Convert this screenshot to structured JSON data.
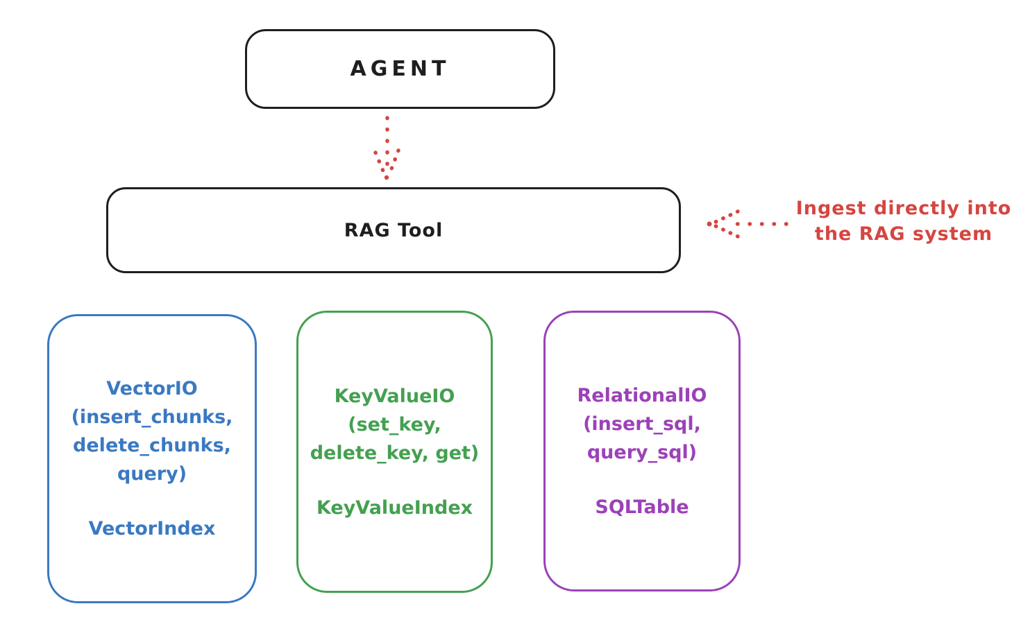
{
  "colors": {
    "stroke_black": "#1e1e1e",
    "accent_red": "#d64541",
    "vector_blue": "#3a79c2",
    "keyvalue_green": "#44a051",
    "relational_purple": "#9c41b8",
    "background": "#ffffff"
  },
  "agent": {
    "label": "AGENT"
  },
  "rag_tool": {
    "label": "RAG Tool"
  },
  "annotation": {
    "line1": "Ingest directly into",
    "line2": "the RAG system"
  },
  "storage_boxes": [
    {
      "name": "vector-io",
      "lines": [
        "VectorIO",
        "(insert_chunks,",
        "delete_chunks,",
        "query)"
      ],
      "index_label": "VectorIndex"
    },
    {
      "name": "key-value-io",
      "lines": [
        "KeyValueIO",
        "(set_key,",
        "delete_key, get)"
      ],
      "index_label": "KeyValueIndex"
    },
    {
      "name": "relational-io",
      "lines": [
        "RelationalIO",
        "(insert_sql,",
        "query_sql)"
      ],
      "index_label": "SQLTable"
    }
  ]
}
